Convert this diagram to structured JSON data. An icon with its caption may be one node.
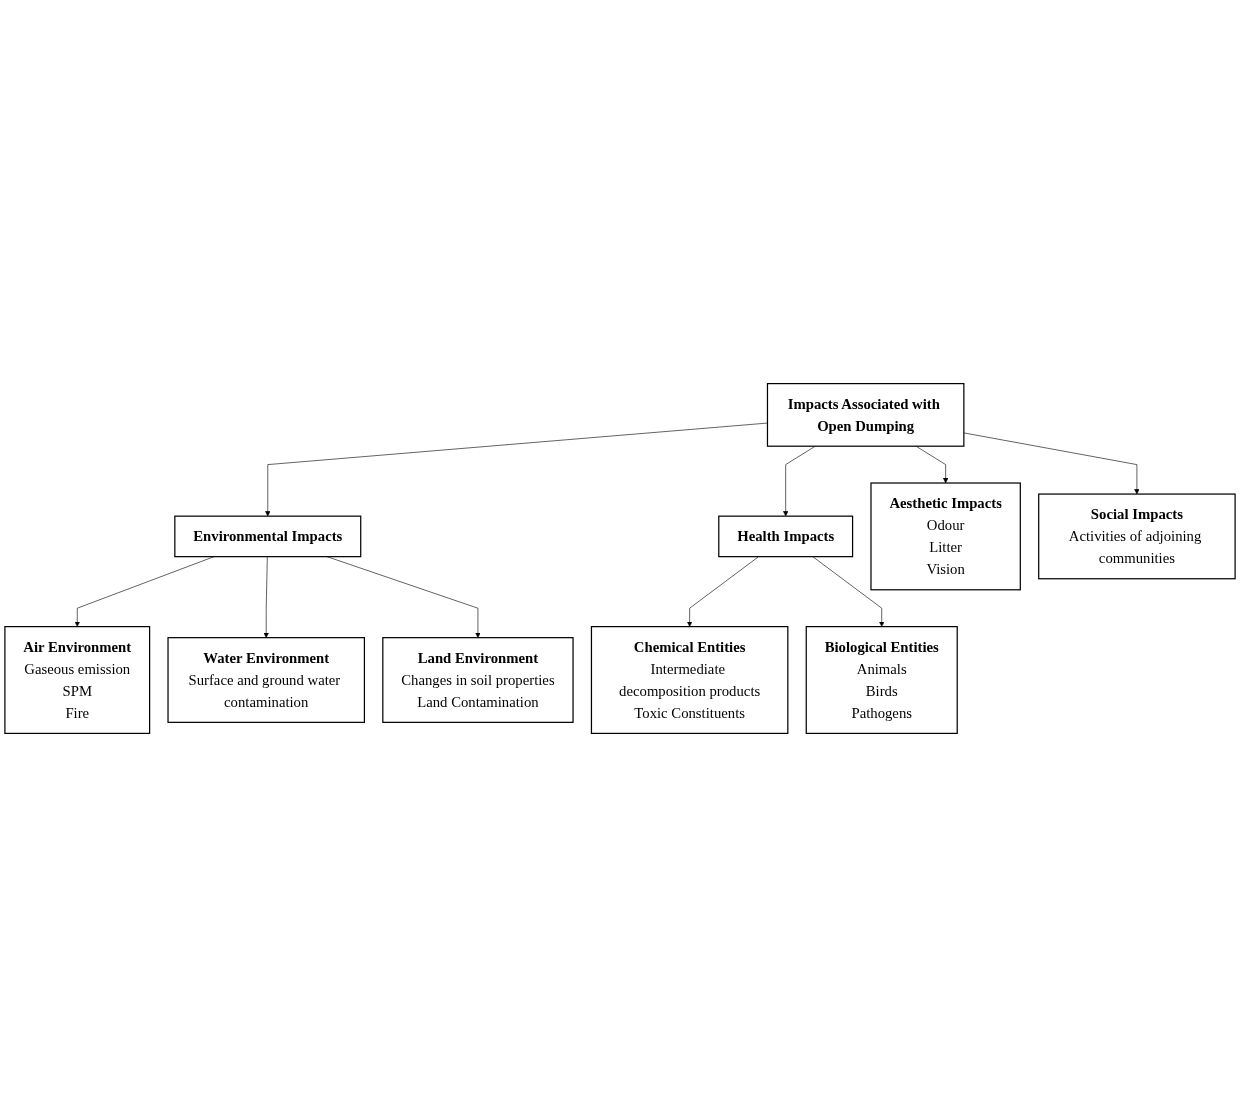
{
  "diagram": {
    "nodes": [
      {
        "text": [
          "Impacts Associated with Open Dumping"
        ]
      },
      {
        "text": [
          "Environmental Impacts"
        ]
      },
      {
        "text": [
          "Health Impacts"
        ]
      },
      {
        "text": [
          "Aesthetic Impacts",
          "Odour",
          "Litter",
          "Vision"
        ]
      },
      {
        "text": [
          "Air Environment",
          "Gaseous emission",
          "SPM",
          "Fire"
        ]
      },
      {
        "text": [
          "Water Environment",
          "Surface and ground water contamination"
        ]
      },
      {
        "text": [
          "Land Environment",
          "Changes in soil properties",
          "Land Contamination"
        ]
      },
      {
        "text": [
          "Social Impacts",
          "Activities of adjoining communities"
        ]
      },
      {
        "text": [
          "Chemical Entities",
          "Intermediate decomposition products",
          "Toxic Constituents"
        ]
      },
      {
        "text": [
          "Biological Entities",
          "Animals",
          "Birds",
          "Pathogens"
        ]
      }
    ],
    "edges": [
      {
        "from": 0,
        "to": 1,
        "arrow": "to"
      },
      {
        "from": 0,
        "to": 2,
        "arrow": "to"
      },
      {
        "from": 0,
        "to": 3,
        "arrow": "to"
      },
      {
        "from": 0,
        "to": 7,
        "arrow": "to"
      },
      {
        "from": 1,
        "to": 4,
        "arrow": "to"
      },
      {
        "from": 1,
        "to": 5,
        "arrow": "to"
      },
      {
        "from": 1,
        "to": 6,
        "arrow": "to"
      },
      {
        "from": 2,
        "to": 8,
        "arrow": "to"
      },
      {
        "from": 2,
        "to": 9,
        "arrow": "to"
      }
    ]
  }
}
